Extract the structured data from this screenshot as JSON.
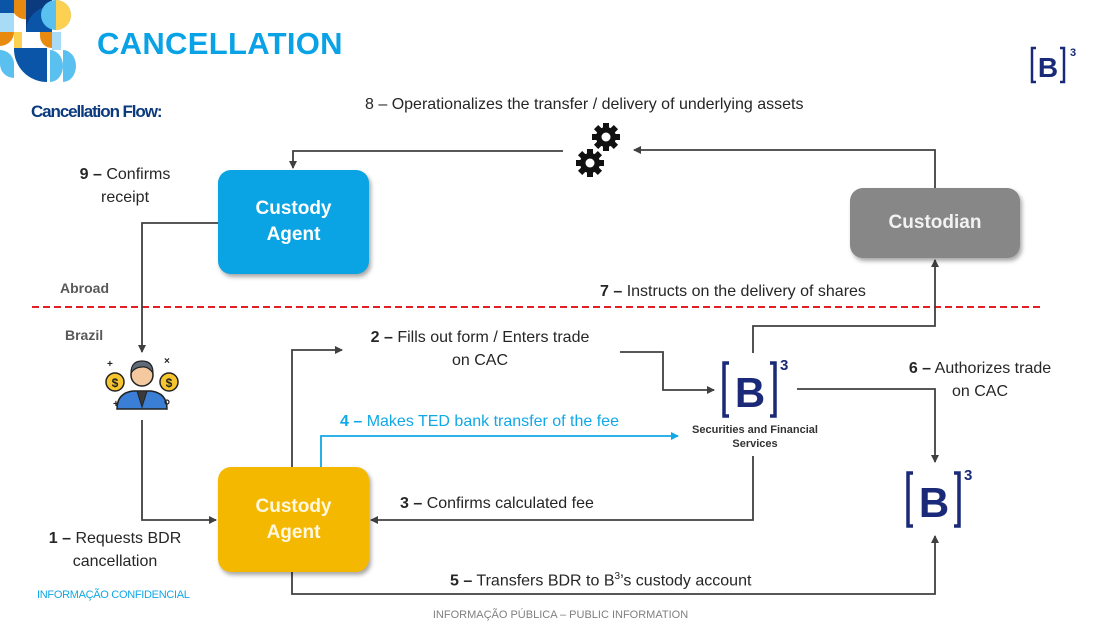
{
  "header": {
    "title": "CANCELLATION",
    "subtitle": "Cancellation Flow:",
    "brand_logo": "B3-logo"
  },
  "regions": {
    "abroad": "Abroad",
    "brazil": "Brazil",
    "divider_color": "#e31e24"
  },
  "nodes": {
    "custody_agent_abroad": {
      "line1": "Custody",
      "line2": "Agent",
      "color": "#0aa3e3"
    },
    "custodian": {
      "label": "Custodian",
      "color": "#878787"
    },
    "investor": {
      "icon": "investor-with-coins-icon"
    },
    "custody_agent_brazil": {
      "line1": "Custody",
      "line2": "Agent",
      "color": "#f5b800"
    },
    "b3_securities": {
      "icon": "B3-logo",
      "caption_line1": "Securities and Financial",
      "caption_line2": "Services"
    },
    "b3_depository": {
      "icon": "B3-logo"
    },
    "operations": {
      "icon": "gears-icon"
    }
  },
  "steps": [
    {
      "num": "1 –",
      "line1": "Requests BDR",
      "line2": "cancellation"
    },
    {
      "num": "2 –",
      "line1": "Fills out form / Enters trade",
      "line2": "on CAC"
    },
    {
      "num": "3 –",
      "line1": "Confirms calculated fee"
    },
    {
      "num": "4 –",
      "line1": "Makes TED bank transfer of the fee",
      "color": "#10a8e6"
    },
    {
      "num": "5 –",
      "line1": "Transfers BDR to B",
      "sup": "3",
      "line1b": "’s custody account"
    },
    {
      "num": "6 –",
      "line1": "Authorizes trade",
      "line2": "on CAC"
    },
    {
      "num": "7 –",
      "line1": "Instructs on the delivery of shares"
    },
    {
      "num": "8 –",
      "line1": "Operationalizes the transfer / delivery of underlying assets"
    },
    {
      "num": "9 –",
      "line1": "Confirms",
      "line2": "receipt"
    }
  ],
  "footer": {
    "confidential": "INFORMAÇÃO CONFIDENCIAL",
    "public": "INFORMAÇÃO PÚBLICA – PUBLIC INFORMATION"
  },
  "b3_text": {
    "letter": "B",
    "sup": "3"
  }
}
